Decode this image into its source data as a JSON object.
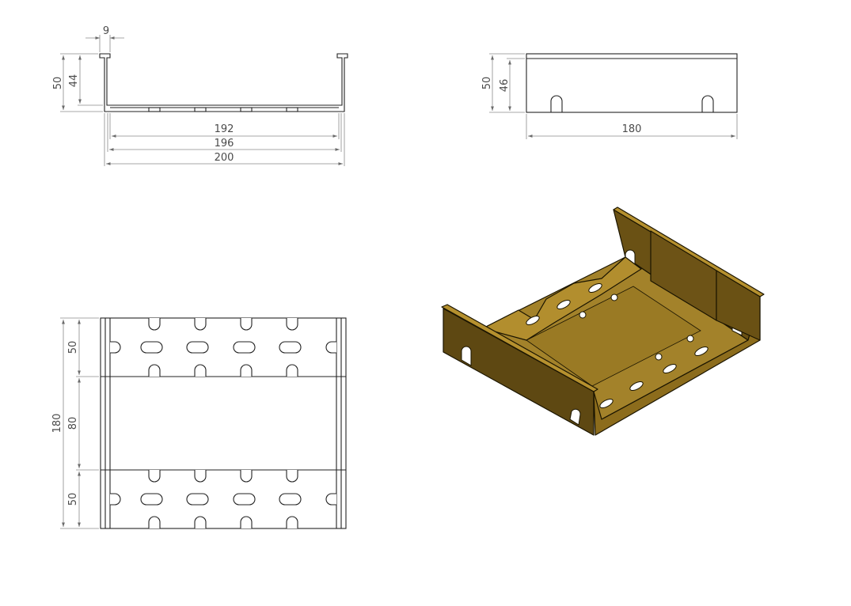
{
  "drawing": {
    "front_view": {
      "flange_width": "9",
      "wall_height_outer": "50",
      "wall_height_inner": "44",
      "width_inner": "192",
      "width_mid": "196",
      "width_outer": "200"
    },
    "side_view": {
      "height_outer": "50",
      "height_inner": "46",
      "length": "180"
    },
    "top_view": {
      "total_length": "180",
      "end_section": "50",
      "middle_gap": "80",
      "end_section_2": "50"
    }
  },
  "colors": {
    "line": "#222222",
    "dimension": "#8a8a8a",
    "iso_light": "#b58f2c",
    "iso_mid": "#8c6c1c",
    "iso_dark": "#5a4510",
    "iso_floor": "#a3822a"
  }
}
